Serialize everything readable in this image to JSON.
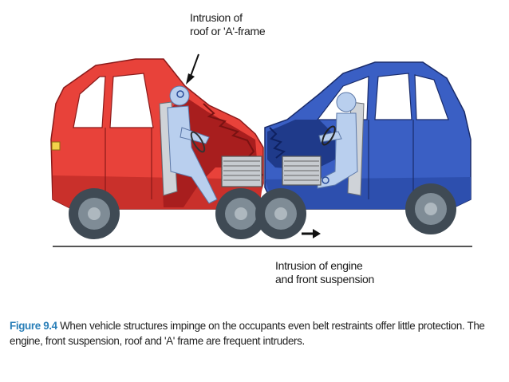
{
  "labels": {
    "roof_intrusion": [
      "Intrusion of",
      "roof or 'A'-frame"
    ],
    "engine_intrusion": [
      "Intrusion of engine",
      "and front suspension"
    ]
  },
  "caption": {
    "figure_number": "Figure 9.4",
    "text": "When vehicle structures impinge on the occupants even belt restraints offer little protection. The engine, front suspension, roof and 'A' frame are frequent intruders."
  },
  "colors": {
    "left_car_body": "#e8423a",
    "left_car_dark": "#a81e1e",
    "right_car_body": "#3a5fc4",
    "right_car_dark": "#1f3a8a",
    "occupant": "#b9cfee",
    "wheel": "#5f6e7a",
    "caption_accent": "#2a7fb8"
  }
}
